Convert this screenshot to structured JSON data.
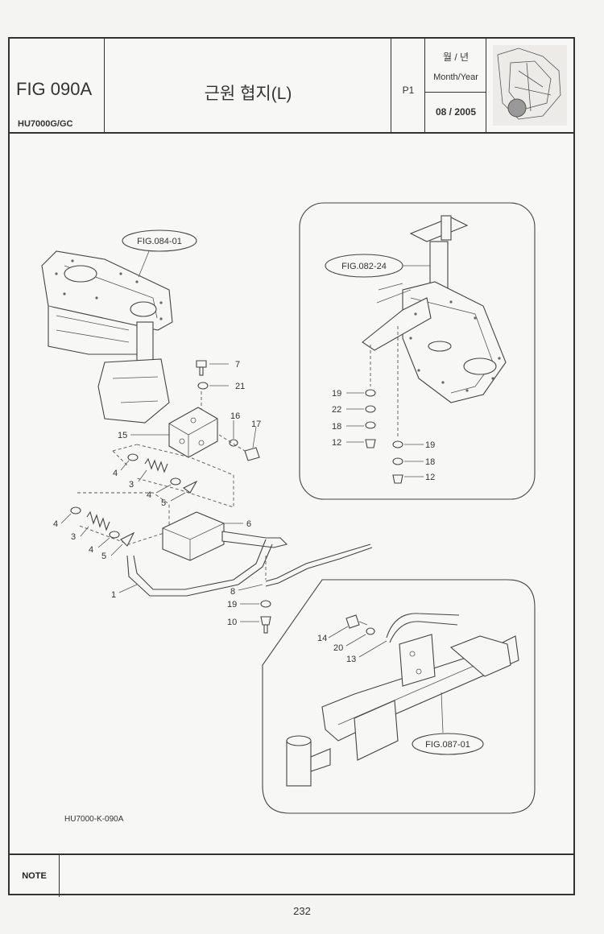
{
  "header": {
    "fig_id": "FIG 090A",
    "model": "HU7000G/GC",
    "title": "근원 협지(L)",
    "page_code": "P1",
    "month_year_kr": "월 / 년",
    "month_year_en": "Month/Year",
    "date": "08 / 2005"
  },
  "diagram": {
    "callouts": {
      "fig084": "FIG.084-01",
      "fig082": "FIG.082-24",
      "fig087": "FIG.087-01"
    },
    "main_labels": [
      "7",
      "21",
      "16",
      "17",
      "15",
      "4",
      "3",
      "4",
      "5",
      "4",
      "3",
      "4",
      "5",
      "6",
      "1",
      "8",
      "19",
      "10"
    ],
    "inset_top_labels": [
      "19",
      "22",
      "18",
      "12",
      "19",
      "18",
      "12"
    ],
    "inset_bottom_labels": [
      "14",
      "20",
      "13"
    ],
    "drawing_ref": "HU7000-K-090A"
  },
  "footer": {
    "note_label": "NOTE",
    "page_number": "232"
  }
}
